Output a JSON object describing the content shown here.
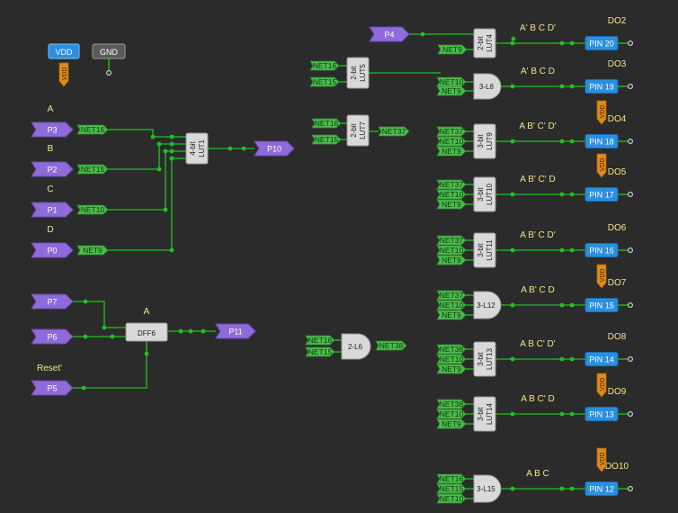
{
  "colors": {
    "background": "#2b2b2b",
    "wire": "#22c022",
    "port": "#8f6ad9",
    "net_tag": "#4dbb4d",
    "pin": "#2a8fe0",
    "vdd_tag": "#e08b1a",
    "label": "#f0e68c"
  },
  "supply": {
    "vdd": "VDD",
    "gnd": "GND",
    "vdd_tag": "VDD"
  },
  "inputs": [
    {
      "letter": "A",
      "port": "P3",
      "net": "NET16"
    },
    {
      "letter": "B",
      "port": "P2",
      "net": "NET15"
    },
    {
      "letter": "C",
      "port": "P1",
      "net": "NET10"
    },
    {
      "letter": "D",
      "port": "P0",
      "net": "NET9"
    }
  ],
  "lut1": {
    "title": "4-bit",
    "name": "LUT1",
    "output_port": "P10"
  },
  "dff": {
    "name": "DFF6",
    "label": "A",
    "reset_label": "Reset'",
    "ports": {
      "p7": "P7",
      "p6": "P6",
      "p5": "P5",
      "out": "P11"
    }
  },
  "mid": {
    "lut5": {
      "title": "2-bit",
      "name": "LUT5",
      "in1": "NET16",
      "in2": "NET15"
    },
    "lut7": {
      "title": "2-bit",
      "name": "LUT7",
      "in1": "NET16",
      "in2": "NET15",
      "out": "NET37"
    },
    "l6": {
      "name": "2-L6",
      "in1": "NET16",
      "in2": "NET15",
      "out": "NET38"
    }
  },
  "outputs": [
    {
      "label": "DO2",
      "expr": "A' B C D'",
      "pin": "PIN 20",
      "block_title": "2-bit",
      "block_name": "LUT4",
      "shape": "lut",
      "inputs": [
        "P4",
        "NET9"
      ],
      "vdd_above": false
    },
    {
      "label": "DO3",
      "expr": "A' B C D",
      "pin": "PIN 19",
      "block_title": "",
      "block_name": "3-L8",
      "shape": "and",
      "inputs": [
        "NET10",
        "NET9"
      ],
      "vdd_above": false
    },
    {
      "label": "DO4",
      "expr": "A B' C' D'",
      "pin": "PIN 18",
      "block_title": "3-bit",
      "block_name": "LUT9",
      "shape": "lut",
      "inputs": [
        "NET37",
        "NET10",
        "NET9"
      ],
      "vdd_above": true
    },
    {
      "label": "DO5",
      "expr": "A B' C' D",
      "pin": "PIN 17",
      "block_title": "3-bit",
      "block_name": "LUT10",
      "shape": "lut",
      "inputs": [
        "NET37",
        "NET10",
        "NET9"
      ],
      "vdd_above": true
    },
    {
      "label": "DO6",
      "expr": "A B' C D'",
      "pin": "PIN 16",
      "block_title": "3-bit",
      "block_name": "LUT11",
      "shape": "lut",
      "inputs": [
        "NET37",
        "NET10",
        "NET9"
      ],
      "vdd_above": false
    },
    {
      "label": "DO7",
      "expr": "A B' C D",
      "pin": "PIN 15",
      "block_title": "",
      "block_name": "3-L12",
      "shape": "and",
      "inputs": [
        "NET37",
        "NET10",
        "NET9"
      ],
      "vdd_above": true
    },
    {
      "label": "DO8",
      "expr": "A B C' D'",
      "pin": "PIN 14",
      "block_title": "3-bit",
      "block_name": "LUT13",
      "shape": "lut",
      "inputs": [
        "NET38",
        "NET10",
        "NET9"
      ],
      "vdd_above": false
    },
    {
      "label": "DO9",
      "expr": "A B C' D",
      "pin": "PIN 13",
      "block_title": "3-bit",
      "block_name": "LUT14",
      "shape": "lut",
      "inputs": [
        "NET38",
        "NET10",
        "NET9"
      ],
      "vdd_above": true
    },
    {
      "label": "DO10",
      "expr": "A B C",
      "pin": "PIN 12",
      "block_title": "",
      "block_name": "3-L15",
      "shape": "and",
      "inputs": [
        "NET16",
        "NET15",
        "NET10"
      ],
      "vdd_above": true
    }
  ]
}
